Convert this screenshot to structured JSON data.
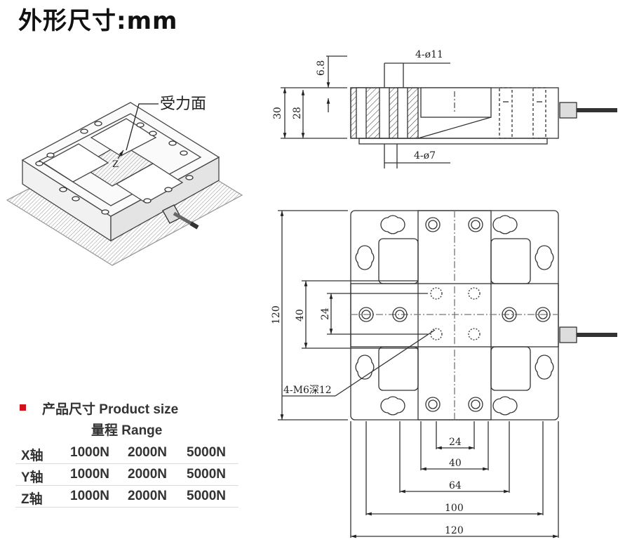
{
  "title": "外形尺寸:mm",
  "iso_label": "受力面",
  "iso_arrow_letter": "Z",
  "side_view": {
    "dim_30": "30",
    "dim_28": "28",
    "dim_6_8": "6.8",
    "holes_top": "4-ø11",
    "holes_bottom": "4-ø7"
  },
  "top_view": {
    "dim_120_vertical": "120",
    "dim_40_vertical": "40",
    "dim_24_vertical": "24",
    "thread_label": "4-M6深12",
    "dims_bottom": [
      "24",
      "40",
      "64",
      "100",
      "120"
    ]
  },
  "spec": {
    "heading": "产品尺寸 Product size",
    "range_heading": "量程 Range",
    "rows": [
      {
        "axis": "X轴",
        "v1": "1000N",
        "v2": "2000N",
        "v3": "5000N"
      },
      {
        "axis": "Y轴",
        "v1": "1000N",
        "v2": "2000N",
        "v3": "5000N"
      },
      {
        "axis": "Z轴",
        "v1": "1000N",
        "v2": "2000N",
        "v3": "5000N"
      }
    ],
    "bullet_color": "#d0121b"
  }
}
